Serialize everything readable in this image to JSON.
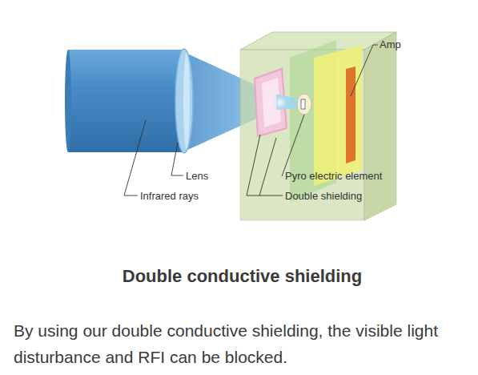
{
  "diagram": {
    "title": "Double conductive shielding",
    "caption": "By using our double conductive shielding, the visible light disturbance and RFI can be blocked.",
    "labels": [
      "Amp",
      "Lens",
      "Infrared rays",
      "Pyro electric element",
      "Double shielding"
    ]
  }
}
